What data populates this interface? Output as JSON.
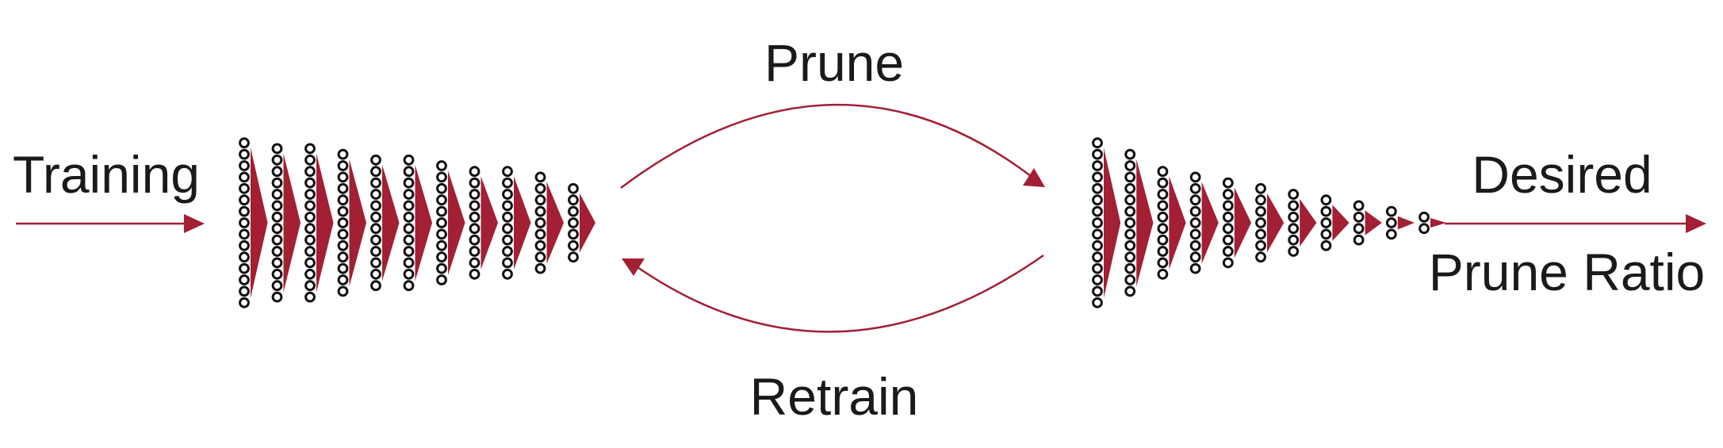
{
  "labels": {
    "training": "Training",
    "prune": "Prune",
    "retrain": "Retrain",
    "desired_line1": "Desired",
    "desired_line2": "Prune Ratio"
  },
  "colors": {
    "accent": "#a31f34",
    "node_stroke": "#111111",
    "text": "#1a1a1a"
  },
  "networks": {
    "dense": {
      "layer_node_counts": [
        15,
        14,
        14,
        13,
        12,
        12,
        11,
        10,
        10,
        9,
        7
      ]
    },
    "pruned": {
      "layer_node_counts": [
        15,
        13,
        10,
        9,
        8,
        7,
        6,
        5,
        4,
        3,
        2
      ]
    }
  }
}
